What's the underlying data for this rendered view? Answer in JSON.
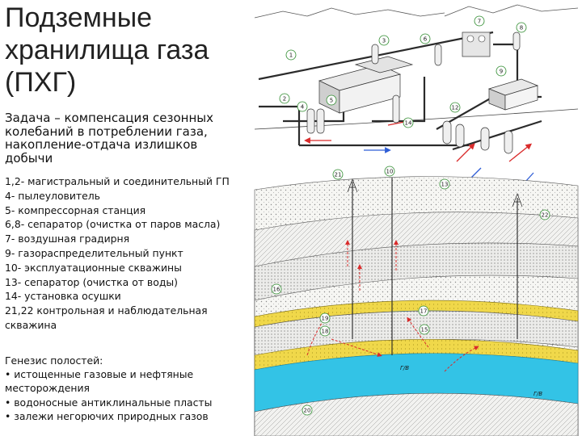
{
  "title_lines": [
    "Подземные",
    "хранилища газа",
    "(ПХГ)"
  ],
  "task": "Задача – компенсация сезонных колебаний в потреблении газа, накопление-отдача излишков добычи",
  "legend": [
    "1,2- магистральный и соединительный ГП",
    "4- пылеуловитель",
    "5- компрессорная станция",
    "6,8- сепаратор (очистка от паров масла)",
    "7- воздушная градирня",
    "9- газораспределительный пункт",
    "10- эксплуатационные скважины",
    "13- сепаратор (очистка от воды)",
    "14- установка осушки",
    "21,22 контрольная и наблюдательная скважина"
  ],
  "genesis_title": "Генезис полостей:",
  "genesis_items": [
    "истощенные газовые и нефтяные месторождения",
    "водоносные антиклинальные пласты",
    "залежи негорючих природных газов"
  ],
  "diagram": {
    "numbers": [
      "1",
      "2",
      "3",
      "4",
      "5",
      "6",
      "7",
      "8",
      "9",
      "10",
      "12",
      "13",
      "14",
      "15",
      "16",
      "17",
      "18",
      "19",
      "20",
      "21",
      "22"
    ],
    "water_labels": [
      "Г/В",
      "Г/В"
    ],
    "colors": {
      "gas_layer": "#f0d84a",
      "water_layer": "#33c3e6",
      "flow_red": "#d92b2b",
      "flow_blue": "#2f5ed6",
      "rock_light": "#f4f4f2",
      "rock_dots": "#777777"
    }
  }
}
